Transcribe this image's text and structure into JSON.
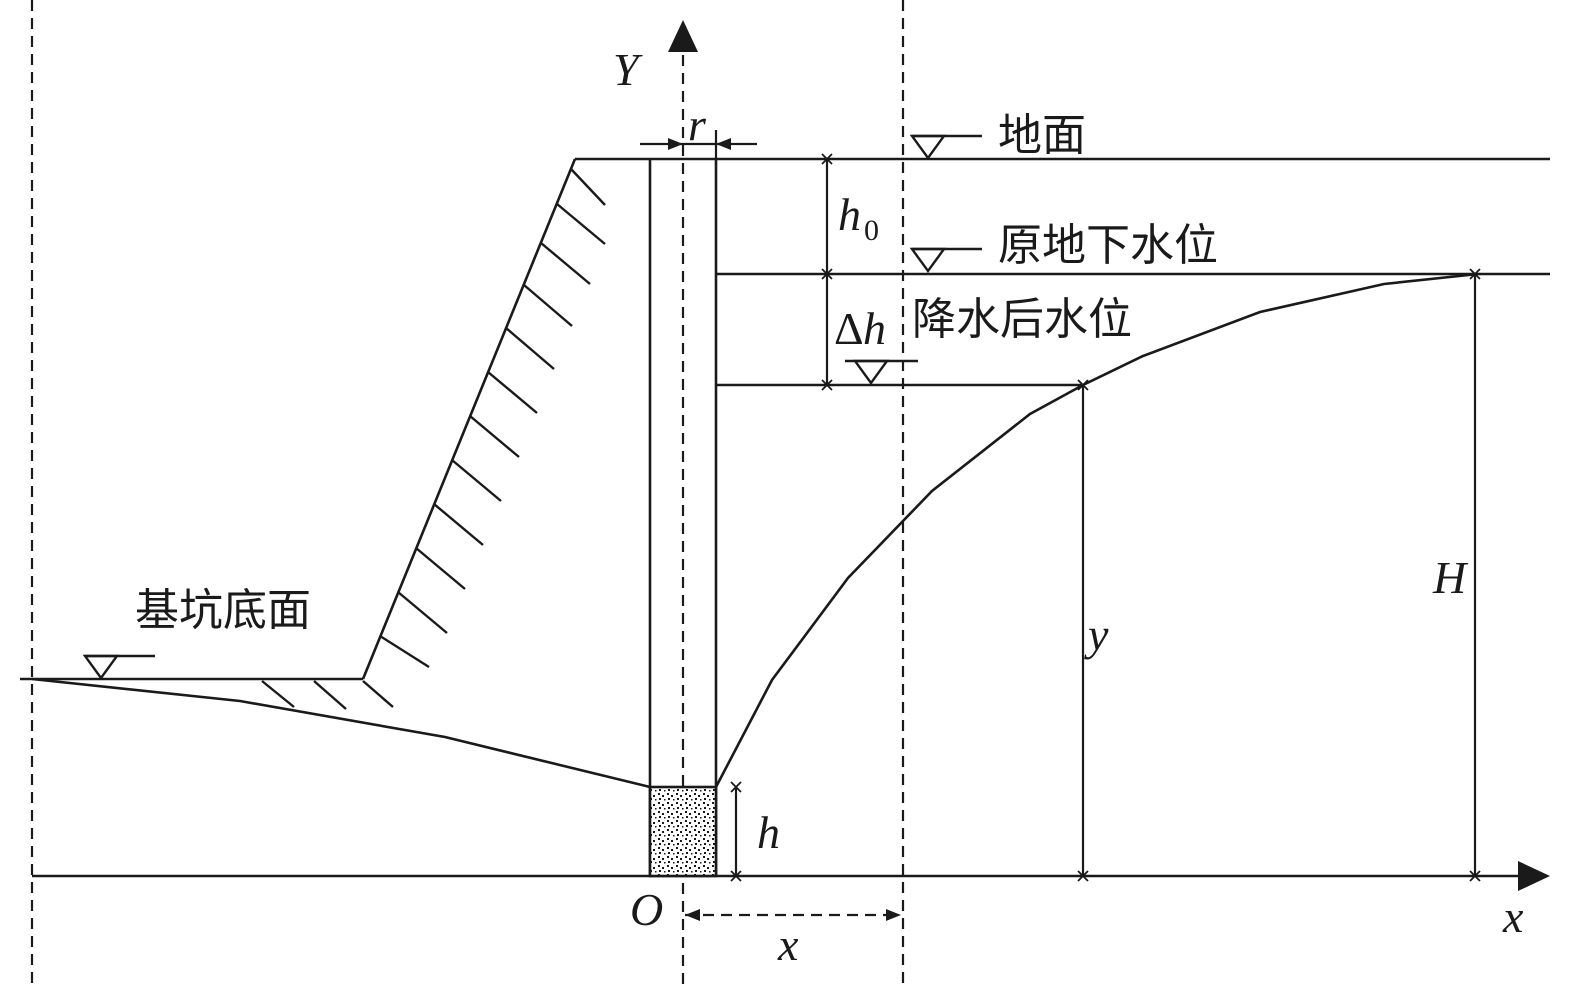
{
  "labels": {
    "ground": "地面",
    "original_water_level": "原地下水位",
    "lowered_water_level": "降水后水位",
    "pit_bottom": "基坑底面"
  },
  "symbols": {
    "y_axis": "Y",
    "x_axis": "x",
    "origin": "O",
    "radius": "r",
    "h0_main": "h",
    "h0_sub": "0",
    "delta_h_delta": "Δ",
    "delta_h_var": "h",
    "h": "h",
    "y": "y",
    "H": "H",
    "x_distance": "x"
  }
}
